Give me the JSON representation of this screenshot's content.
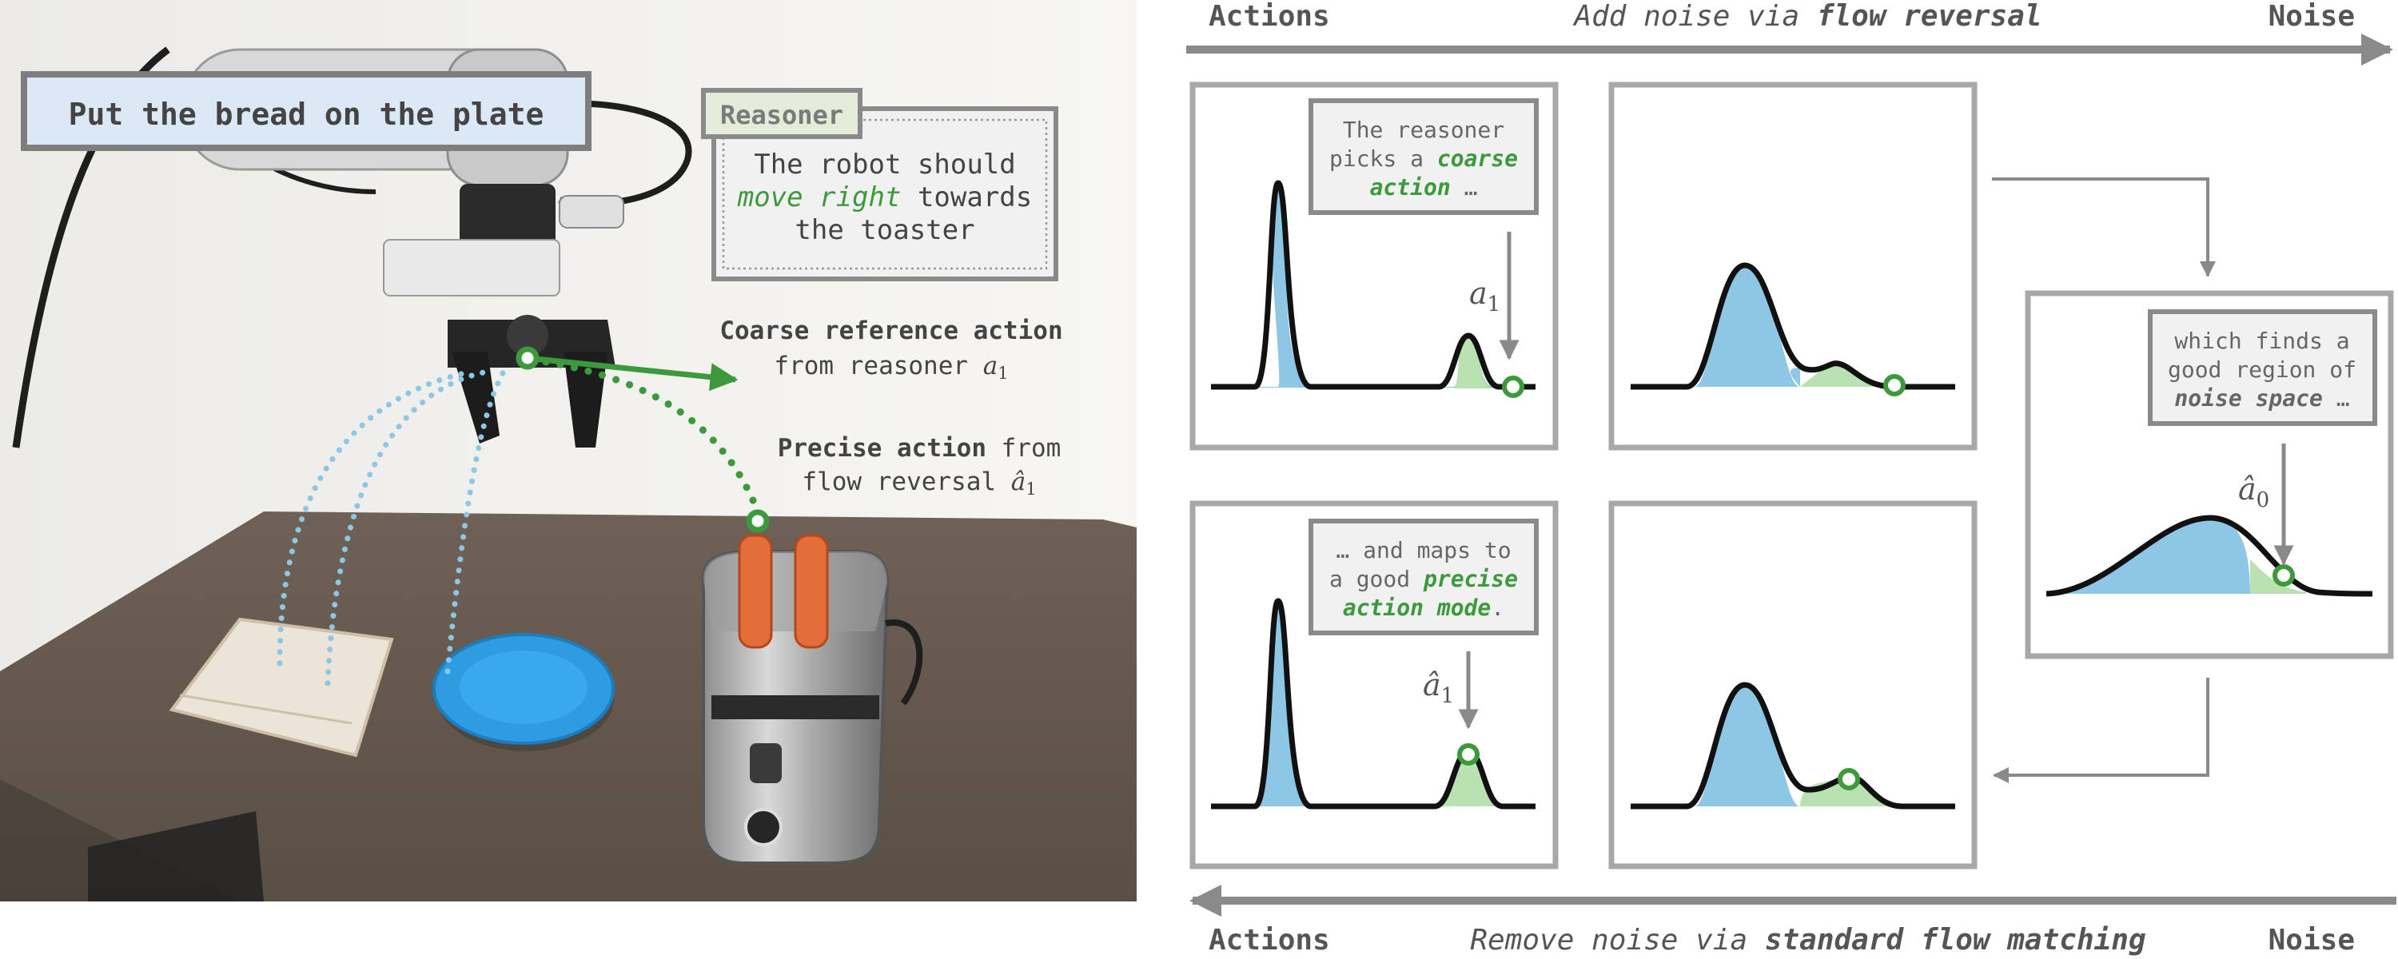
{
  "photo": {
    "instruction": "Put the bread on the plate",
    "reasoner": {
      "tag": "Reasoner",
      "line1": "The robot should",
      "line2_em": "move right",
      "line2_rest": " towards",
      "line3": "the toaster"
    },
    "coarse": {
      "title": "Coarse reference action",
      "line2": "from reasoner ",
      "symbol": "a",
      "subscript": "1"
    },
    "precise": {
      "title_bold": "Precise action",
      "title_rest": " from",
      "line2": "flow reversal ",
      "symbol": "â",
      "subscript": "1"
    }
  },
  "diagram": {
    "top": {
      "left": "Actions",
      "middle_plain": "Add noise via ",
      "middle_bold": "flow reversal",
      "right": "Noise"
    },
    "bottom": {
      "left": "Actions",
      "middle_plain": "Remove noise via ",
      "middle_bold": "standard flow matching",
      "right": "Noise"
    },
    "panel1": {
      "line1": "The reasoner",
      "line2_plain": "picks a ",
      "line2_em": "coarse",
      "line3_em": "action",
      "line3_rest": " …",
      "symbol": "a",
      "subscript": "1"
    },
    "panel3": {
      "line1": "which finds a",
      "line2": "good region of",
      "line3_em": "noise space",
      "line3_rest": " …",
      "symbol": "â",
      "subscript": "0"
    },
    "panel4": {
      "line1": "… and maps to",
      "line2_plain": "a good ",
      "line2_em": "precise",
      "line3_em": "action mode",
      "line3_rest": ".",
      "symbol": "â",
      "subscript": "1"
    }
  },
  "colors": {
    "blue_fill": "#8ec7e6",
    "green_fill": "#b9e2b0",
    "accent_green": "#3c9a3c",
    "panel_border": "#a8a8a8",
    "arrow_gray": "#8a8a8a"
  }
}
